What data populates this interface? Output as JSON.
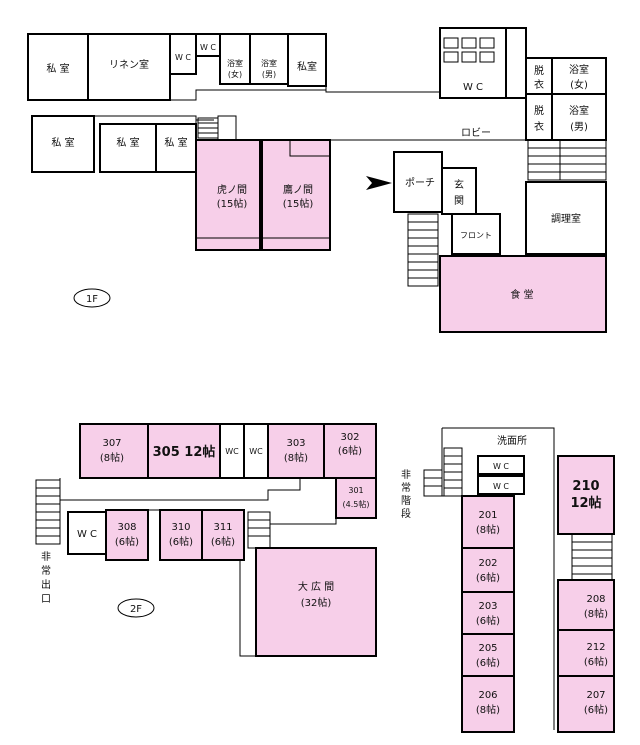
{
  "floor1": {
    "floor_label": "1F",
    "rooms": {
      "private_room_a": "私  室",
      "linen_room": "リネン室",
      "wc_a": "W C",
      "wc_b": "W C",
      "bath_women_line1": "浴室",
      "bath_women_line2": "(女)",
      "bath_men_line1": "浴室",
      "bath_men_line2": "(男)",
      "private_room_b": "私室",
      "wc_c": "W C",
      "changing_1_line1": "脱",
      "changing_1_line2": "衣",
      "bath_women_2_line1": "浴室",
      "bath_women_2_line2": "(女)",
      "changing_2_line1": "脱",
      "changing_2_line2": "衣",
      "bath_men_2_line1": "浴室",
      "bath_men_2_line2": "(男)",
      "private_room_c": "私  室",
      "private_room_d": "私  室",
      "private_room_e": "私  室",
      "lobby": "ロビー",
      "tora_line1": "虎ノ間",
      "tora_line2": "(15帖)",
      "taka_line1": "鷹ノ間",
      "taka_line2": "(15帖)",
      "porch": "ポーチ",
      "entrance_line1": "玄",
      "entrance_line2": "関",
      "front_desk": "フロント",
      "kitchen": "調理室",
      "dining": "食  堂"
    }
  },
  "floor2": {
    "floor_label": "2F",
    "rooms": {
      "r307_line1": "307",
      "r307_line2": "(8帖)",
      "r305": "305  12帖",
      "wc_a": "WC",
      "wc_b": "WC",
      "r303_line1": "303",
      "r303_line2": "(8帖)",
      "r302_line1": "302",
      "r302_line2": "(6帖)",
      "r301_line1": "301",
      "r301_line2": "(4.5帖)",
      "wc_c": "W C",
      "r308_line1": "308",
      "r308_line2": "(6帖)",
      "r310_line1": "310",
      "r310_line2": "(6帖)",
      "r311_line1": "311",
      "r311_line2": "(6帖)",
      "banquet_line1": "大 広 間",
      "banquet_line2": "(32帖)",
      "emergency_exit": [
        "非",
        "常",
        "出",
        "口"
      ]
    }
  },
  "floor2b": {
    "rooms": {
      "washroom": "洗面所",
      "wc_a": "W C",
      "wc_b": "W C",
      "emergency_stair": [
        "非",
        "常",
        "階",
        "段"
      ],
      "r201_line1": "201",
      "r201_line2": "(8帖)",
      "r202_line1": "202",
      "r202_line2": "(6帖)",
      "r203_line1": "203",
      "r203_line2": "(6帖)",
      "r205_line1": "205",
      "r205_line2": "(6帖)",
      "r206_line1": "206",
      "r206_line2": "(8帖)",
      "r210_line1": "210",
      "r210_line2": "12帖",
      "r208_line1": "208",
      "r208_line2": "(8帖)",
      "r212_line1": "212",
      "r212_line2": "(6帖)",
      "r207_line1": "207",
      "r207_line2": "(6帖)"
    }
  },
  "colors": {
    "guest_room": "#f7cfe9",
    "wall": "#000000",
    "background": "#ffffff"
  },
  "icons": {
    "entrance_arrow": "entrance-arrow-icon"
  }
}
